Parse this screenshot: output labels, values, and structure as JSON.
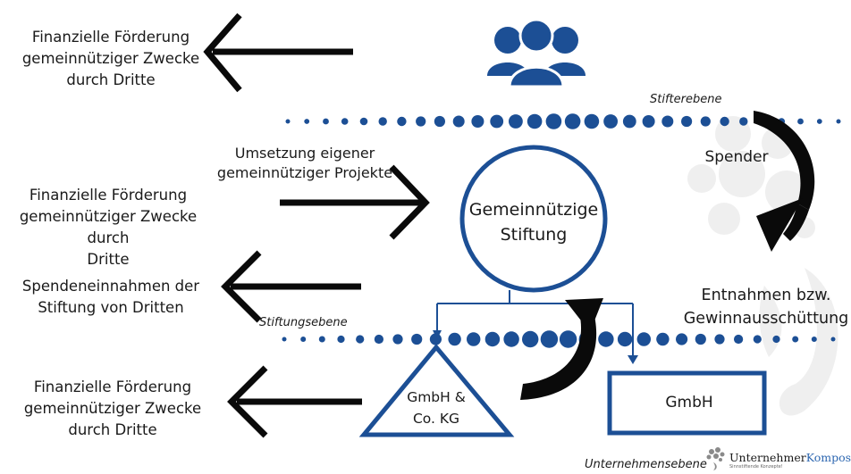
{
  "left_texts": {
    "top": [
      "Finanzielle Förderung",
      "gemeinnütziger Zwecke",
      "durch Dritte"
    ],
    "middle": [
      "Finanzielle Förderung",
      "gemeinnütziger Zwecke durch",
      "Dritte"
    ],
    "spenden": [
      "Spendeneinnahmen der",
      "Stiftung von Dritten"
    ],
    "bottom": [
      "Finanzielle Förderung",
      "gemeinnütziger Zwecke",
      "durch Dritte"
    ]
  },
  "projects_text": [
    "Umsetzung eigener",
    "gemeinnütziger Projekte"
  ],
  "levels": {
    "stifter": "Stifterebene",
    "stiftung": "Stiftungsebene",
    "unternehmen": "Unternehmensebene"
  },
  "center": [
    "Gemeinnützige",
    "Stiftung"
  ],
  "spender": "Spender",
  "entnahmen": [
    "Entnahmen bzw.",
    "Gewinnausschüttung"
  ],
  "triangle": [
    "GmbH &",
    "Co. KG"
  ],
  "gmbh": "GmbH",
  "logo": {
    "brand_a": "Unternehmer",
    "brand_b": "Kompositionen",
    "tagline": "Sinnstiftende Konzepte!"
  },
  "colors": {
    "blue": "#1c4f95",
    "black": "#0a0a0a",
    "watermark": "#eeeeee"
  },
  "icons": [
    "people-group-icon",
    "flower-watermark-icon",
    "curved-arrow-down-icon",
    "curved-arrow-up-icon"
  ]
}
